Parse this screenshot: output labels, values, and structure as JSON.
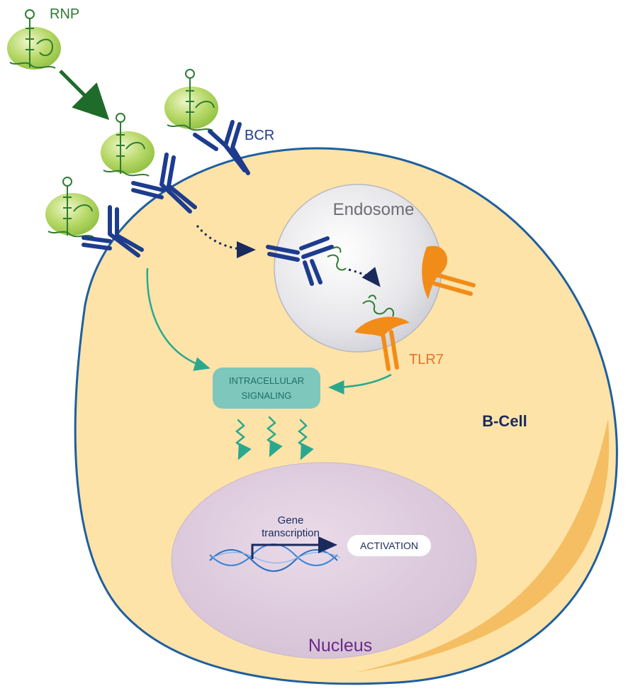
{
  "labels": {
    "rnp": "RNP",
    "bcr": "BCR",
    "endosome": "Endosome",
    "tlr7": "TLR7",
    "signaling_line1": "INTRACELLULAR",
    "signaling_line2": "SIGNALING",
    "bcell": "B-Cell",
    "gene_line1": "Gene",
    "gene_line2": "transcription",
    "activation": "ACTIVATION",
    "nucleus": "Nucleus"
  },
  "colors": {
    "cell_fill": "#fde3a8",
    "cell_stroke": "#1f5f9e",
    "cell_highlight": "#f3b757",
    "rnp_green": "#2e7d32",
    "rnp_fill": "#b6d86a",
    "bcr_blue": "#1d3c8e",
    "tlr7_orange": "#f28c18",
    "endosome_fill": "#e2e2e6",
    "signaling_fill": "#7ec7bd",
    "signaling_text": "#1f6f66",
    "teal_arrow": "#2aa88e",
    "nucleus_fill": "#dcc8dc",
    "nucleus_text": "#6a2a8a",
    "dna_blue": "#2a6fc0",
    "dark_navy": "#1b2a5c"
  }
}
